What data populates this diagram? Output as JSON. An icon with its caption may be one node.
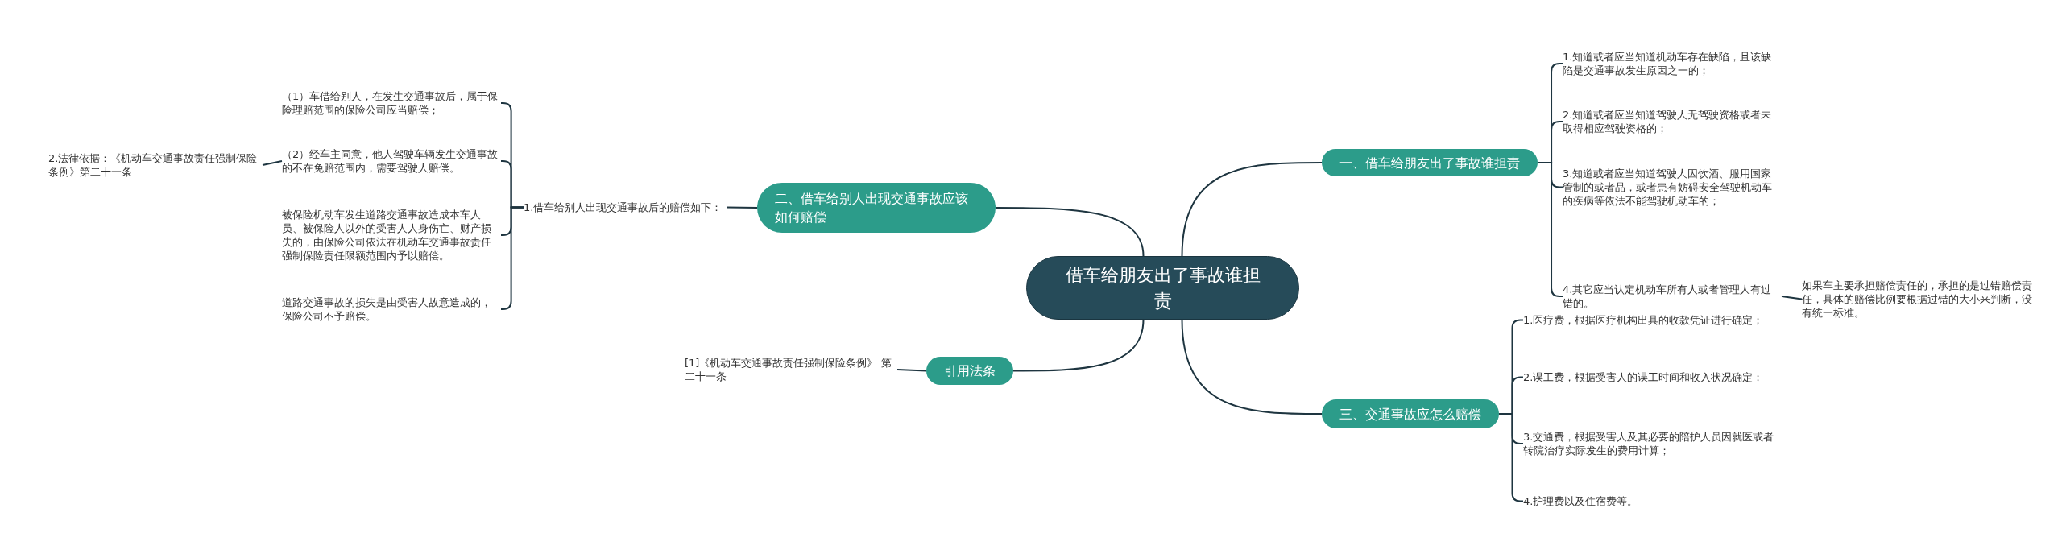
{
  "diagram": {
    "nodes": [
      {
        "text": [
          "借车给朋友出了事故谁担责"
        ]
      },
      {
        "text": [
          "一、借车给朋友出了事故谁担责"
        ]
      },
      {
        "text": [
          "1.知道或者应当知道机动车存在缺陷，且该缺陷是交通事故发生原因之一的；"
        ]
      },
      {
        "text": [
          "2.知道或者应当知道驾驶人无驾驶资格或者未取得相应驾驶资格的；"
        ]
      },
      {
        "text": [
          "3.知道或者应当知道驾驶人因饮酒、服用国家管制的或者品，或者患有妨碍安全驾驶机动车的疾病等依法不能驾驶机动车的；"
        ]
      },
      {
        "text": [
          "4.其它应当认定机动车所有人或者管理人有过错的。"
        ]
      },
      {
        "text": [
          "如果车主要承担赔偿责任的，承担的是过错赔偿责任，具体的赔偿比例要根据过错的大小来判断，没有统一标准。"
        ]
      },
      {
        "text": [
          "二、借车给别人出现交通事故应该如何赔偿"
        ]
      },
      {
        "text": [
          "1.借车给别人出现交通事故后的赔偿如下："
        ]
      },
      {
        "text": [
          "（1）车借给别人，在发生交通事故后，属于保险理赔范围的保险公司应当赔偿；"
        ]
      },
      {
        "text": [
          "（2）经车主同意，他人驾驶车辆发生交通事故的不在免赔范围内，需要驾驶人赔偿。"
        ]
      },
      {
        "text": [
          "被保险机动车发生道路交通事故造成本车人员、被保险人以外的受害人人身伤亡、财产损失的，由保险公司依法在机动车交通事故责任强制保险责任限额范围内予以赔偿。"
        ]
      },
      {
        "text": [
          "道路交通事故的损失是由受害人故意造成的，保险公司不予赔偿。"
        ]
      },
      {
        "text": [
          "2.法律依据：《机动车交通事故责任强制保险条例》第二十一条"
        ]
      },
      {
        "text": [
          "引用法条"
        ]
      },
      {
        "text": [
          "[1]《机动车交通事故责任强制保险条例》 第二十一条"
        ]
      },
      {
        "text": [
          "三、交通事故应怎么赔偿"
        ]
      },
      {
        "text": [
          "1.医疗费，根据医疗机构出具的收款凭证进行确定；"
        ]
      },
      {
        "text": [
          "2.误工费，根据受害人的误工时间和收入状况确定；"
        ]
      },
      {
        "text": [
          "3.交通费，根据受害人及其必要的陪护人员因就医或者转院治疗实际发生的费用计算；"
        ]
      },
      {
        "text": [
          "4.护理费以及住宿费等。"
        ]
      }
    ],
    "edges": [
      {
        "from": 0,
        "to": 1,
        "arrow": "none"
      },
      {
        "from": 1,
        "to": 2,
        "arrow": "none"
      },
      {
        "from": 1,
        "to": 3,
        "arrow": "none"
      },
      {
        "from": 1,
        "to": 4,
        "arrow": "none"
      },
      {
        "from": 1,
        "to": 5,
        "arrow": "none"
      },
      {
        "from": 5,
        "to": 6,
        "arrow": "none"
      },
      {
        "from": 0,
        "to": 7,
        "arrow": "none"
      },
      {
        "from": 7,
        "to": 8,
        "arrow": "none"
      },
      {
        "from": 8,
        "to": 9,
        "arrow": "none"
      },
      {
        "from": 8,
        "to": 10,
        "arrow": "none"
      },
      {
        "from": 8,
        "to": 11,
        "arrow": "none"
      },
      {
        "from": 8,
        "to": 12,
        "arrow": "none"
      },
      {
        "from": 10,
        "to": 13,
        "arrow": "none"
      },
      {
        "from": 0,
        "to": 14,
        "arrow": "none"
      },
      {
        "from": 14,
        "to": 15,
        "arrow": "none"
      },
      {
        "from": 0,
        "to": 16,
        "arrow": "none"
      },
      {
        "from": 16,
        "to": 17,
        "arrow": "none"
      },
      {
        "from": 16,
        "to": 18,
        "arrow": "none"
      },
      {
        "from": 16,
        "to": 19,
        "arrow": "none"
      },
      {
        "from": 16,
        "to": 20,
        "arrow": "none"
      }
    ]
  }
}
